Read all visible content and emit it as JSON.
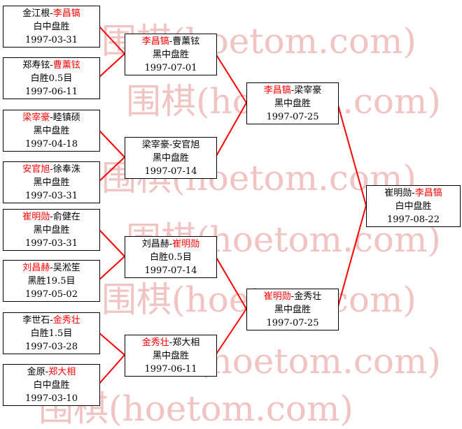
{
  "watermark": {
    "text": "围棋(hoetom.com)",
    "color": "#f1c3c3"
  },
  "bracket": {
    "separator": "-",
    "line_color": "#ff0000",
    "winner_color": "#ff0000",
    "round1": [
      {
        "p1": "金江根",
        "p2": "李昌镐",
        "p1_red": false,
        "p2_red": true,
        "result": "白中盘胜",
        "date": "1997-03-31"
      },
      {
        "p1": "郑寿铉",
        "p2": "曹薰铉",
        "p1_red": false,
        "p2_red": true,
        "result": "白胜0.5目",
        "date": "1997-06-11"
      },
      {
        "p1": "梁宰豪",
        "p2": "睦镇硕",
        "p1_red": true,
        "p2_red": false,
        "result": "黑中盘胜",
        "date": "1997-04-18"
      },
      {
        "p1": "安官旭",
        "p2": "徐奉洙",
        "p1_red": true,
        "p2_red": false,
        "result": "黑中盘胜",
        "date": "1997-03-31"
      },
      {
        "p1": "崔明勋",
        "p2": "俞健在",
        "p1_red": true,
        "p2_red": false,
        "result": "黑中盘胜",
        "date": "1997-03-31"
      },
      {
        "p1": "刘昌赫",
        "p2": "吴淞笙",
        "p1_red": true,
        "p2_red": false,
        "result": "黑胜19.5目",
        "date": "1997-05-02"
      },
      {
        "p1": "李世石",
        "p2": "金秀壮",
        "p1_red": false,
        "p2_red": true,
        "result": "白胜1.5目",
        "date": "1997-03-28"
      },
      {
        "p1": "金原",
        "p2": "郑大相",
        "p1_red": false,
        "p2_red": true,
        "result": "白中盘胜",
        "date": "1997-03-10"
      }
    ],
    "round2": [
      {
        "p1": "李昌镐",
        "p2": "曹薰铉",
        "p1_red": true,
        "p2_red": false,
        "result": "黑中盘胜",
        "date": "1997-07-01"
      },
      {
        "p1": "梁宰豪",
        "p2": "安官旭",
        "p1_red": false,
        "p2_red": false,
        "result": "黑中盘胜",
        "date": "1997-07-14"
      },
      {
        "p1": "刘昌赫",
        "p2": "崔明勋",
        "p1_red": false,
        "p2_red": true,
        "result": "白胜0.5目",
        "date": "1997-07-14"
      },
      {
        "p1": "金秀壮",
        "p2": "郑大相",
        "p1_red": true,
        "p2_red": false,
        "result": "黑中盘胜",
        "date": "1997-06-11"
      }
    ],
    "round3": [
      {
        "p1": "李昌镐",
        "p2": "梁宰豪",
        "p1_red": true,
        "p2_red": false,
        "result": "黑中盘胜",
        "date": "1997-07-25"
      },
      {
        "p1": "崔明勋",
        "p2": "金秀壮",
        "p1_red": true,
        "p2_red": false,
        "result": "黑中盘胜",
        "date": "1997-07-25"
      }
    ],
    "final": [
      {
        "p1": "崔明勋",
        "p2": "李昌镐",
        "p1_red": false,
        "p2_red": true,
        "result": "白中盘胜",
        "date": "1997-08-22"
      }
    ]
  }
}
